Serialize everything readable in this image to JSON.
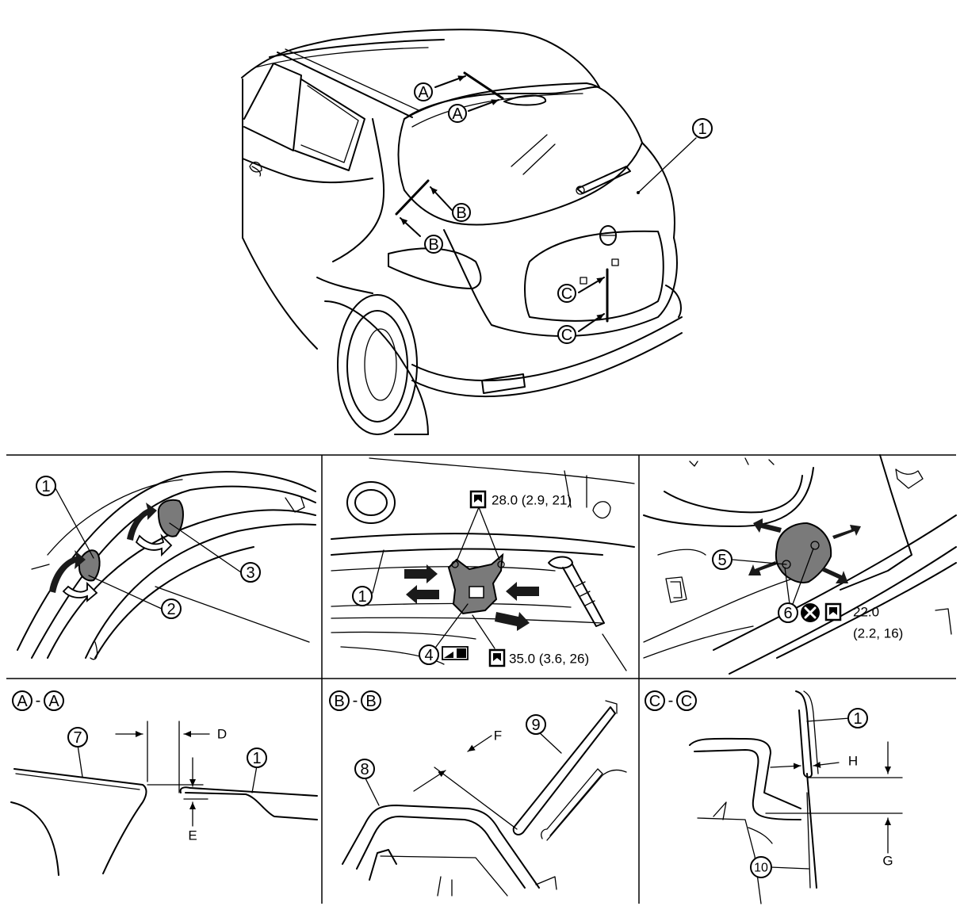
{
  "callouts": {
    "c1": "1",
    "c2": "2",
    "c3": "3",
    "c4": "4",
    "c5": "5",
    "c6": "6",
    "c7": "7",
    "c8": "8",
    "c9": "9",
    "c10": "10"
  },
  "section_markers": {
    "a": "A",
    "b": "B",
    "c": "C"
  },
  "torques": {
    "t1": "28.0 (2.9, 21)",
    "t2": "35.0 (3.6, 26)",
    "t3_line1": "22.0",
    "t3_line2": "(2.2, 16)"
  },
  "dimensions": {
    "d": "D",
    "e": "E",
    "f": "F",
    "g": "G",
    "h": "H"
  },
  "section_separator": "-",
  "icons": [
    "torque-wrench-icon",
    "do-not-reuse-icon",
    "adjust-icon",
    "movement-arrow-icon"
  ]
}
